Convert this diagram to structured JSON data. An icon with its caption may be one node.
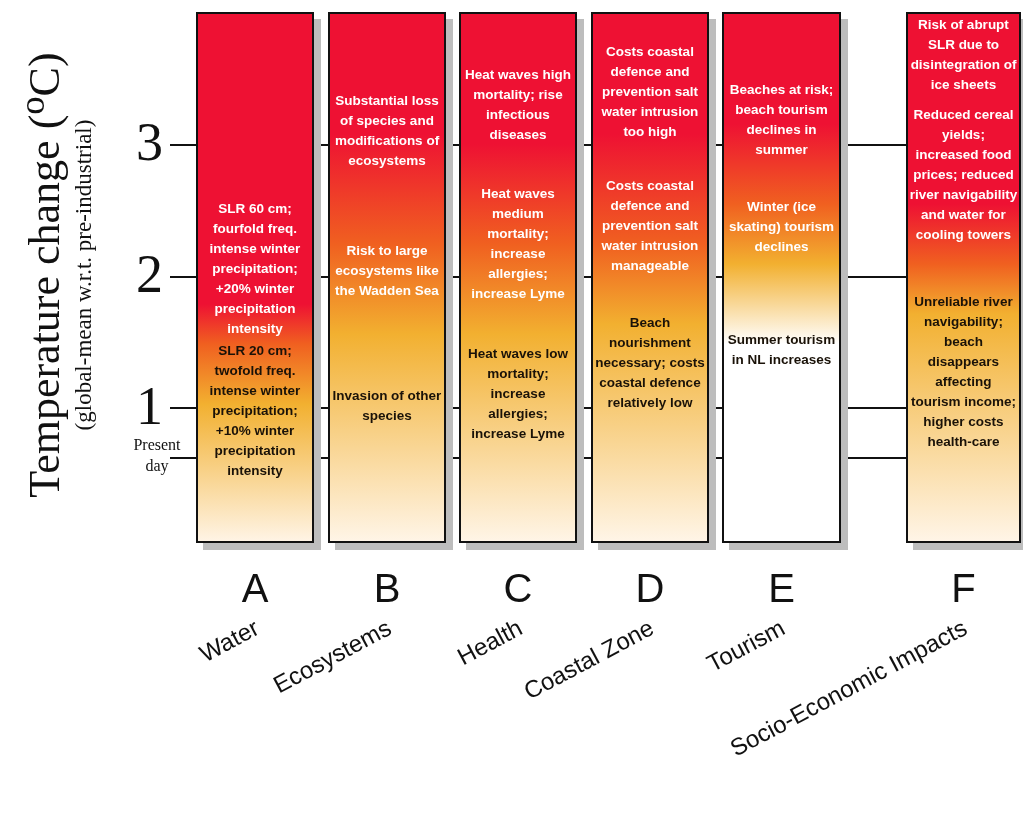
{
  "diagram": {
    "nodes": [
      {
        "text": [
          "SLR 60 cm; fourfold freq. intense winter precipitation; +20% winter precipitation intensity",
          "SLR 20 cm; twofold freq. intense winter precipitation; +10% winter precipitation intensity"
        ],
        "beside": [
          "A",
          "Water"
        ]
      },
      {
        "text": [
          "Substantial loss of species and modifications of ecosystems",
          "Risk to large ecosystems like the Wadden Sea",
          "Invasion of other species"
        ],
        "beside": [
          "B",
          "Ecosystems"
        ]
      },
      {
        "text": [
          "Heat waves high mortality; rise infectious diseases",
          "Heat waves medium mortality; increase allergies; increase Lyme",
          "Heat waves low mortality; increase allergies; increase Lyme"
        ],
        "beside": [
          "C",
          "Health"
        ]
      },
      {
        "text": [
          "Costs coastal defence and prevention salt water intrusion too high",
          "Costs coastal defence and prevention salt water intrusion manageable",
          "Beach nourishment necessary; costs coastal defence relatively low"
        ],
        "beside": [
          "D",
          "Coastal Zone"
        ]
      },
      {
        "text": [
          "Beaches at risk; beach tourism declines in summer",
          "Winter (ice skating) tourism declines",
          "Summer tourism in NL increases"
        ],
        "beside": [
          "E",
          "Tourism"
        ]
      },
      {
        "text": [
          "Risk of abrupt SLR due to disintegration of ice sheets",
          "Reduced cereal yields; increased food prices; reduced river navigability and water for cooling towers",
          "Unreliable river navigability; beach disappears affecting tourism income; higher costs health-care"
        ],
        "beside": [
          "F",
          "Socio-Economic Impacts"
        ]
      }
    ],
    "edges": [],
    "labels": [
      "Temperature change ($^{o}$C)",
      "(global-mean w.r.t. pre-industrial)",
      "3",
      "2",
      "1",
      "Present day"
    ]
  }
}
